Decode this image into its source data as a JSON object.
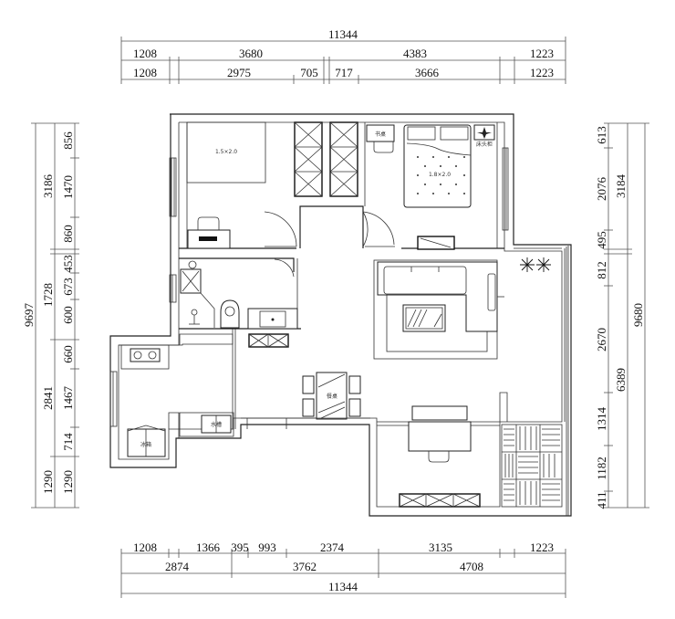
{
  "drawing": {
    "type": "floor-plan",
    "units": "mm",
    "stroke_color": "#222222",
    "background": "#ffffff"
  },
  "dimensions": {
    "top": {
      "total": "11344",
      "row1": [
        "1208",
        "3680",
        "4383",
        "1223"
      ],
      "row2": [
        "1208",
        "2975",
        "705",
        "717",
        "3666",
        "1223"
      ]
    },
    "bottom": {
      "row1": [
        "1208",
        "1366",
        "395",
        "993",
        "2374",
        "3135",
        "1223"
      ],
      "row2": [
        "2874",
        "3762",
        "4708"
      ],
      "total": "11344"
    },
    "left": {
      "total": "9697",
      "mid": [
        "3186",
        "1728",
        "2841",
        "1290"
      ],
      "inner": [
        "856",
        "1470",
        "860",
        "453",
        "673",
        "600",
        "660",
        "1467",
        "714",
        "1290"
      ]
    },
    "right": {
      "total": "9680",
      "mid": [
        "3184",
        "6389"
      ],
      "inner": [
        "613",
        "2076",
        "495",
        "812",
        "2670",
        "1314",
        "1182",
        "411"
      ]
    }
  },
  "rooms": [
    {
      "id": "secondary-bedroom",
      "furniture": [
        "bed",
        "desk",
        "chair",
        "wardrobe"
      ]
    },
    {
      "id": "master-bedroom",
      "furniture": [
        "double-bed",
        "nightstand",
        "desk",
        "chair",
        "tv-cabinet"
      ]
    },
    {
      "id": "bathroom",
      "furniture": [
        "shower",
        "toilet",
        "vanity-sink",
        "fixture"
      ]
    },
    {
      "id": "living-room",
      "furniture": [
        "l-sofa",
        "coffee-table",
        "rug"
      ]
    },
    {
      "id": "dining-area",
      "furniture": [
        "dining-table",
        "4-chairs",
        "sideboard"
      ]
    },
    {
      "id": "kitchen",
      "furniture": [
        "gas-stove",
        "sink",
        "fridge"
      ]
    },
    {
      "id": "study",
      "furniture": [
        "desk",
        "chair",
        "bookshelf"
      ]
    },
    {
      "id": "balcony",
      "furniture": [
        "plants",
        "wood-deck"
      ]
    }
  ],
  "labels": {
    "secondary_bed": "1.5×2.0",
    "master_bed": "1.8×2.0",
    "nightstand": "床头柜",
    "desk": "书桌",
    "dining": "餐桌",
    "kitchen_sink": "水槽",
    "fridge": "冰箱"
  }
}
